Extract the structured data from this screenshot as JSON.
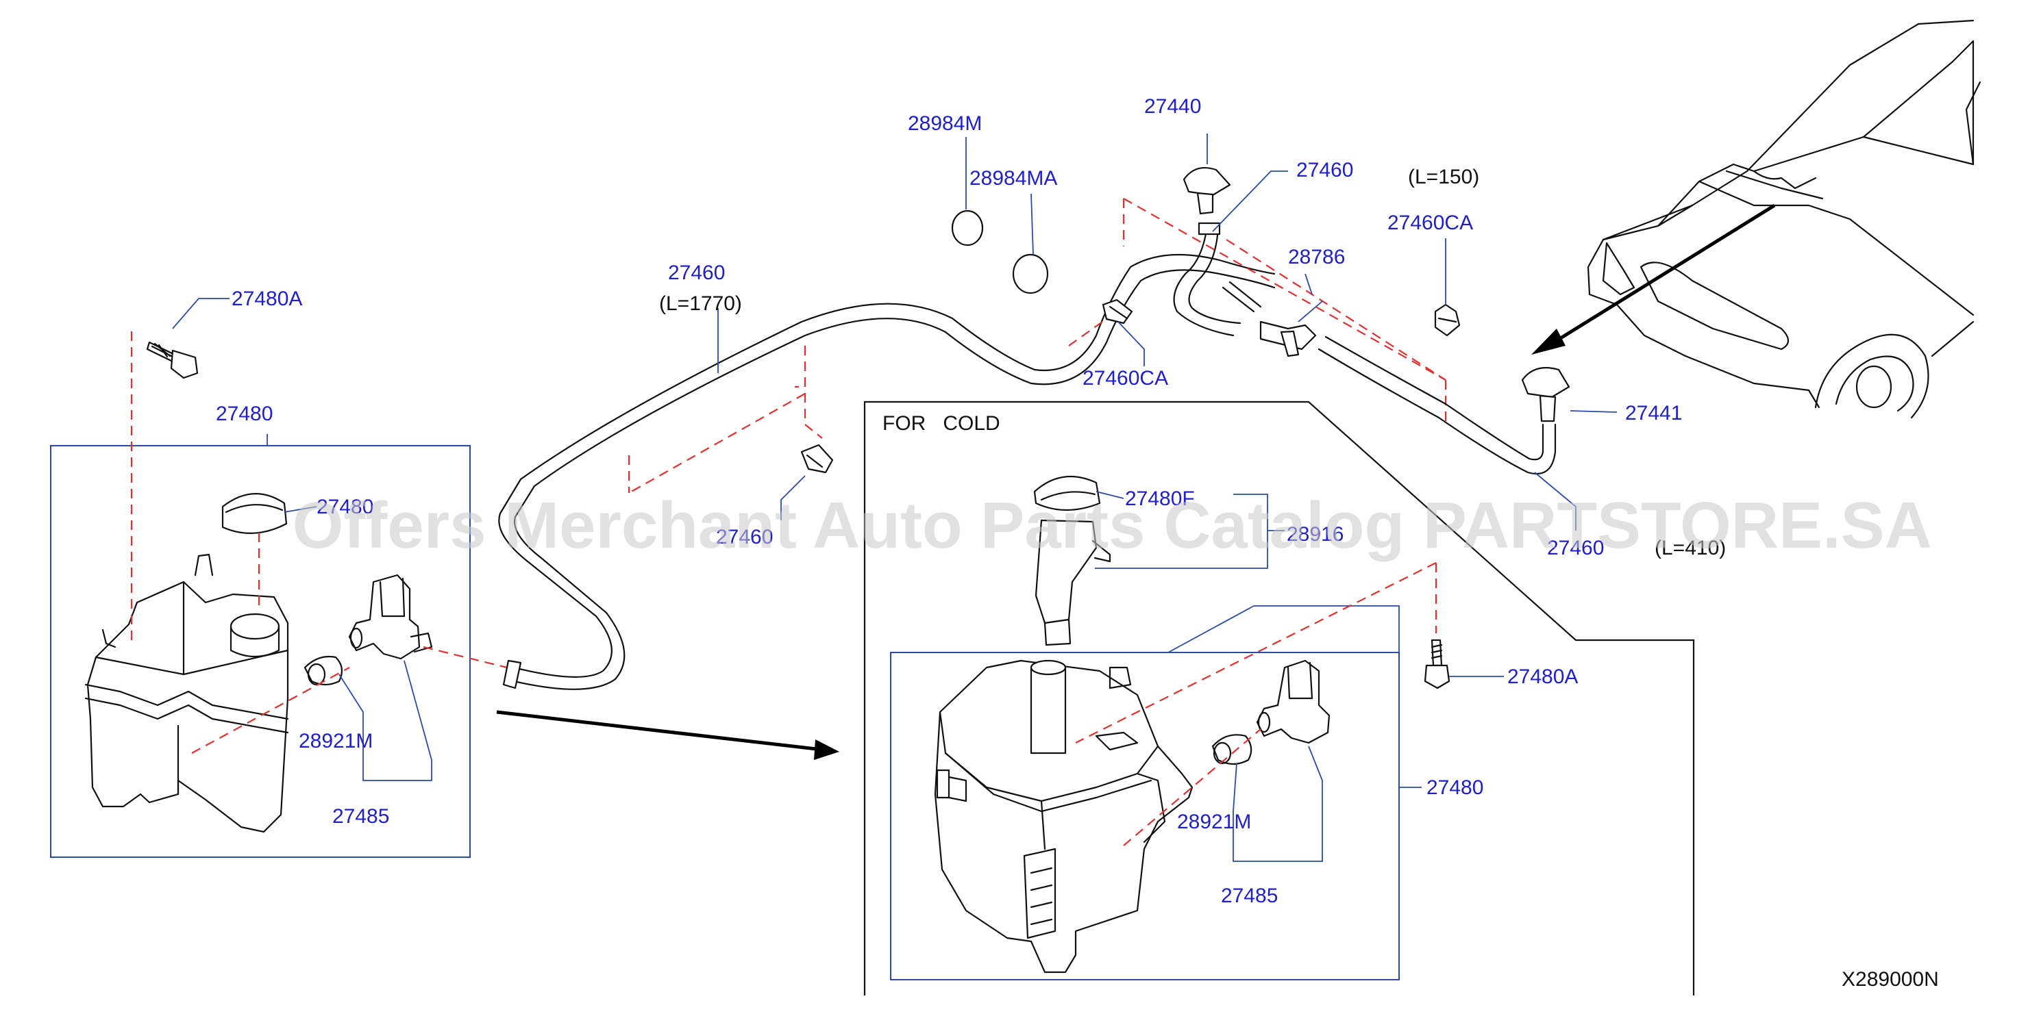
{
  "watermark": "Offers Merchant Auto Parts Catalog PARTSTORE.SA",
  "diagram_code": "X289000N",
  "inset_title": "FOR   COLD",
  "labels": {
    "p27480A_top": "27480A",
    "p27480_left": "27480",
    "p27480_left_cap": "27480",
    "p28921M_left": "28921M",
    "p27485_left": "27485",
    "p27460_main": "27460",
    "p27460_main_len": "(L=1770)",
    "p27460C_clip": "27460",
    "p28984M": "28984M",
    "p28984MA": "28984MA",
    "p27440": "27440",
    "p27460_upper": "27460",
    "p27460CA_lower": "27460CA",
    "p28786": "28786",
    "len150": "(L=150)",
    "p27460CA_upper": "27460CA",
    "p27441": "27441",
    "p27460_right": "27460",
    "len410": "(L=410)",
    "p27480F": "27480F",
    "p28916": "28916",
    "p27480A_right": "27480A",
    "p27480_right": "27480",
    "p28921M_right": "28921M",
    "p27485_right": "27485"
  }
}
